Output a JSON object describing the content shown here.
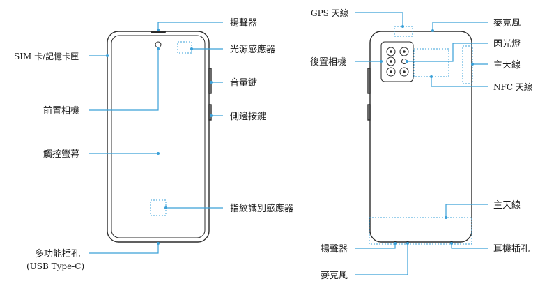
{
  "front": {
    "labels": {
      "speaker": "揚聲器",
      "sim_tray": "SIM 卡/記憶卡匣",
      "light_sensor": "光源感應器",
      "volume_key": "音量鍵",
      "front_camera": "前置相機",
      "side_key": "側邊按鍵",
      "touchscreen": "觸控螢幕",
      "fingerprint_sensor": "指紋識別感應器",
      "multipurpose_jack": "多功能插孔",
      "multipurpose_jack_sub": "(USB Type-C)"
    }
  },
  "back": {
    "labels": {
      "gps_antenna": "GPS 天線",
      "microphone_top": "麥克風",
      "flash": "閃光燈",
      "rear_camera": "後置相機",
      "main_antenna_top": "主天線",
      "nfc_antenna": "NFC 天線",
      "main_antenna_bottom": "主天線",
      "speaker": "揚聲器",
      "earphone_jack": "耳機插孔",
      "microphone_bottom": "麥克風"
    }
  },
  "colors": {
    "leader": "#3aa0d8",
    "outline": "#2b2b2b"
  }
}
